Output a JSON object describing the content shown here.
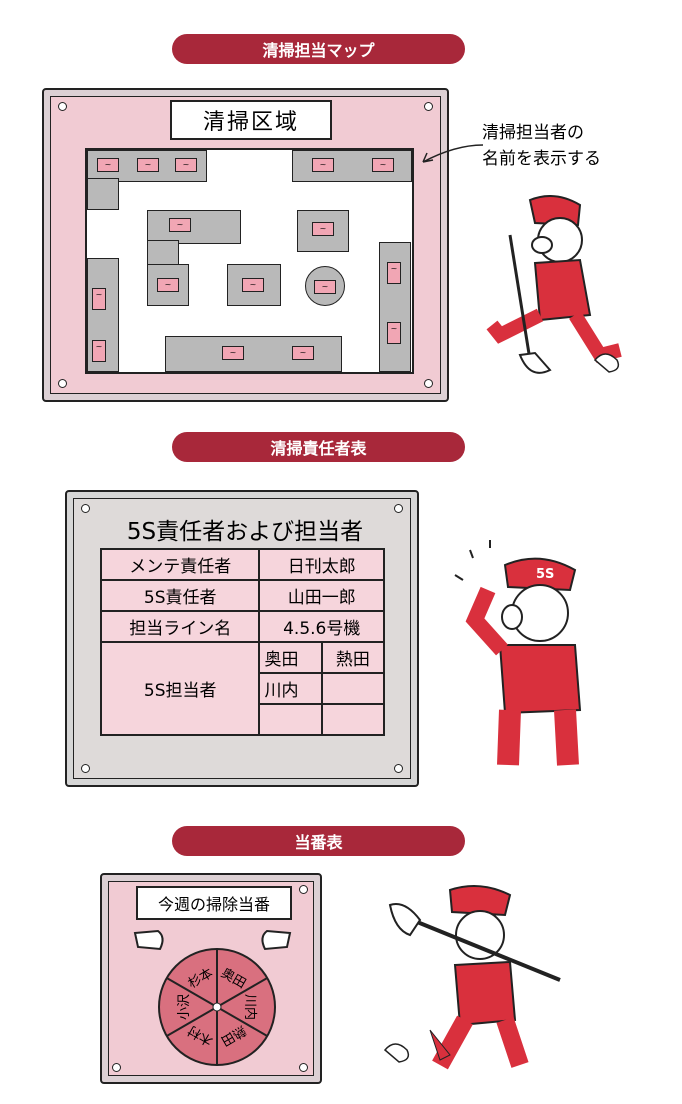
{
  "sections": [
    {
      "header": "清掃担当マップ",
      "board_title": "清掃区域",
      "note": [
        "清掃担当者の",
        "名前を表示する"
      ]
    },
    {
      "header": "清掃責任者表",
      "board_title": "5S責任者および担当者",
      "table": {
        "rows": [
          {
            "label": "メンテ責任者",
            "value": "日刊太郎"
          },
          {
            "label": "5S責任者",
            "value": "山田一郎"
          },
          {
            "label": "担当ライン名",
            "value": "4.5.6号機"
          }
        ],
        "staff_label": "5S担当者",
        "staff": [
          "奥田",
          "熱田",
          "川内",
          "",
          "",
          ""
        ]
      },
      "cap_text": "5S"
    },
    {
      "header": "当番表",
      "board_title": "今週の掃除当番",
      "wheel": [
        "奥田",
        "川内",
        "熱田",
        "木村",
        "小沢",
        "杉本"
      ]
    }
  ],
  "colors": {
    "accent": "#a8283a",
    "board_pink": "#f1cbd3",
    "uniform_red": "#d9303d"
  }
}
